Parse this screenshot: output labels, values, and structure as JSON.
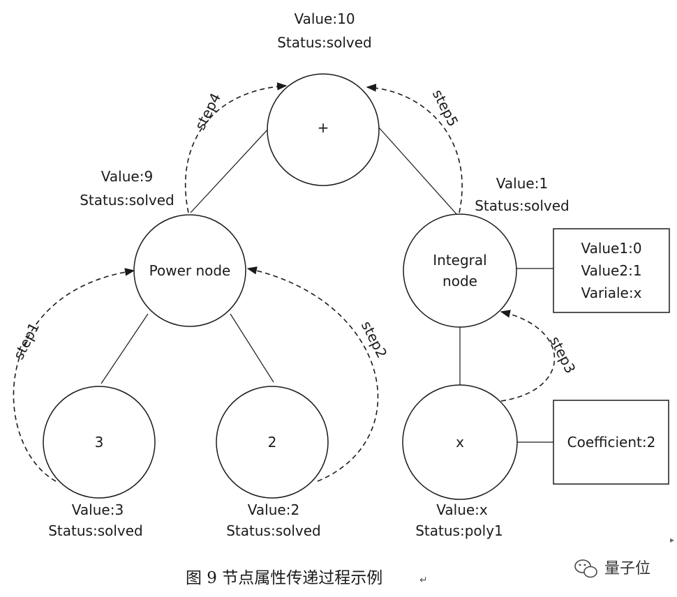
{
  "nodes": {
    "plus": {
      "text": "+",
      "label": [
        "Value:10",
        "Status:solved"
      ]
    },
    "power": {
      "text": "Power node",
      "label": [
        "Value:9",
        "Status:solved"
      ]
    },
    "integral": {
      "text": [
        "Integral",
        "node"
      ],
      "label": [
        "Value:1",
        "Status:solved"
      ]
    },
    "three": {
      "text": "3",
      "label": [
        "Value:3",
        "Status:solved"
      ]
    },
    "two": {
      "text": "2",
      "label": [
        "Value:2",
        "Status:solved"
      ]
    },
    "x": {
      "text": "x",
      "label": [
        "Value:x",
        "Status:poly1"
      ]
    }
  },
  "boxes": {
    "integral_attrs": [
      "Value1:0",
      "Value2:1",
      "Variale:x"
    ],
    "x_attrs": [
      "Coefficient:2"
    ]
  },
  "steps": [
    "step1",
    "step2",
    "step3",
    "step4",
    "step5"
  ],
  "caption": "图 9 节点属性传递过程示例",
  "watermark": "量子位"
}
